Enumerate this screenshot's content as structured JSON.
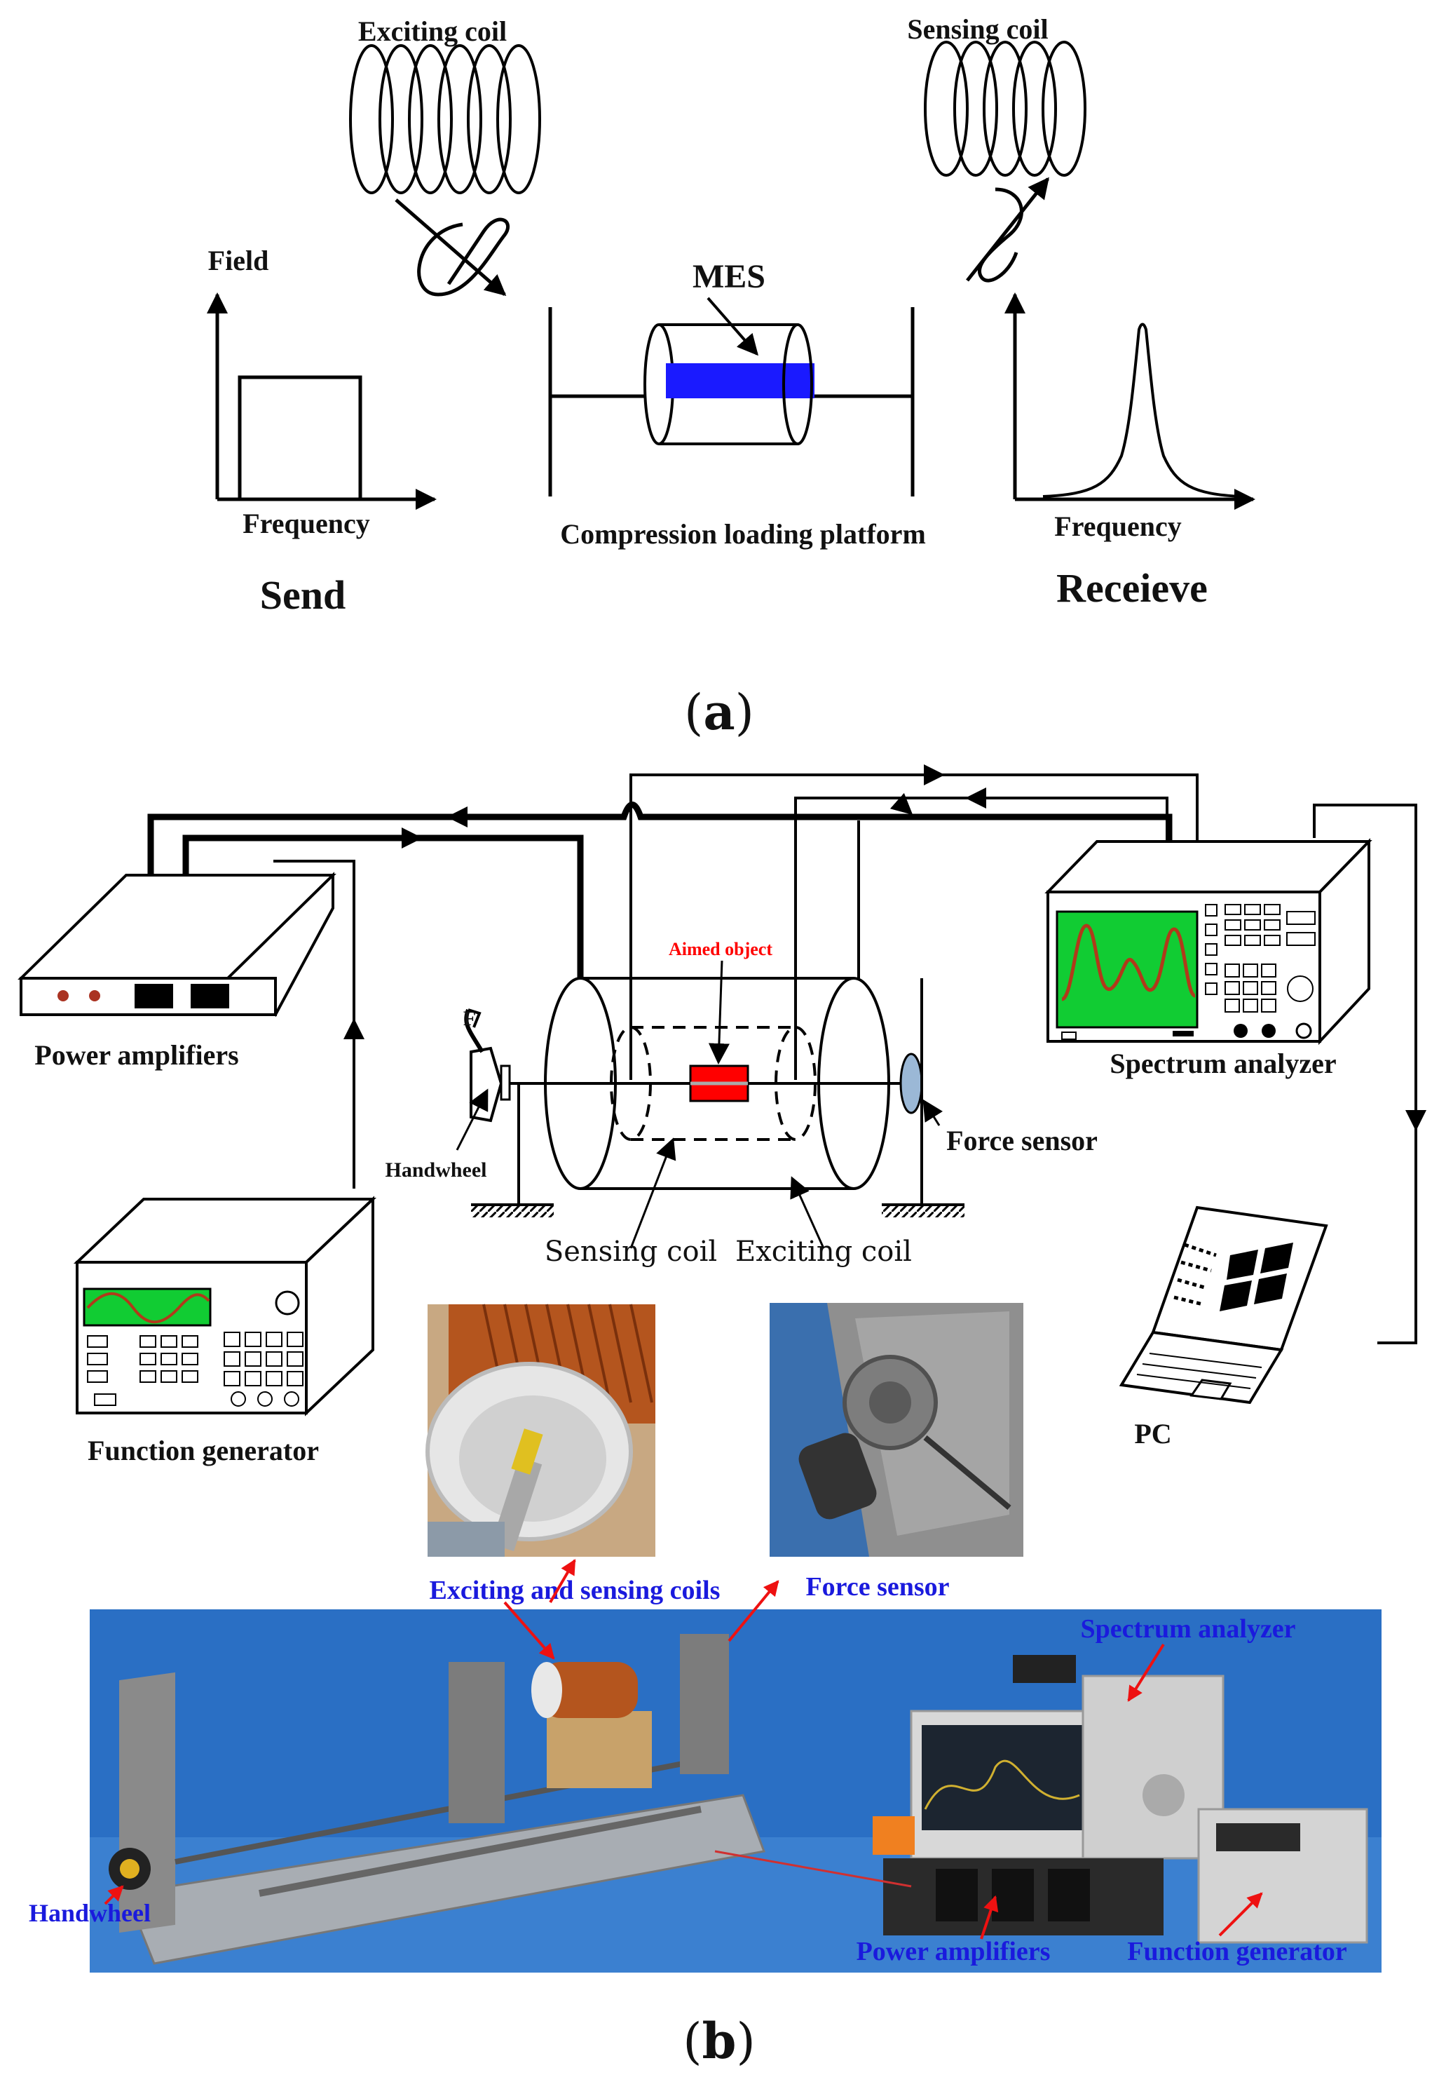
{
  "panel_a": {
    "caption": "a",
    "exciting_coil": "Exciting coil",
    "sensing_coil": "Sensing coil",
    "field": "Field",
    "mes": "MES",
    "freq_send": "Frequency",
    "platform": "Compression loading platform",
    "freq_recv": "Frequency",
    "send": "Send",
    "receive": "Receieve"
  },
  "panel_b": {
    "caption": "b",
    "power_amplifiers": "Power amplifiers",
    "aimed_object": "Aimed object",
    "force_label": "F",
    "handwheel": "Handwheel",
    "force_sensor": "Force sensor",
    "sensing_coil": "Sensing coil",
    "exciting_coil": "Exciting coil",
    "spectrum_analyzer": "Spectrum analyzer",
    "function_generator": "Function generator",
    "pc": "PC"
  },
  "photos": {
    "coils_caption": "Exciting and sensing coils",
    "force_caption": "Force sensor",
    "spectrum_analyzer": "Spectrum analyzer",
    "handwheel": "Handwheel",
    "power_amplifiers": "Power amplifiers",
    "function_generator": "Function generator"
  },
  "colors": {
    "mes_bar": "#1a1aff",
    "aimed_object": "#ff0000",
    "photo_label": "#1a1add",
    "arrow_red": "#ee1111",
    "screen_green": "#11cc33",
    "backdrop_blue": "#2a6fc4"
  }
}
